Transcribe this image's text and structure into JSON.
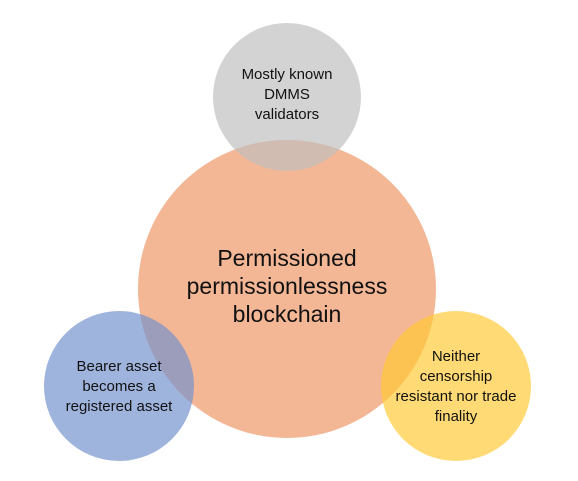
{
  "diagram": {
    "center": {
      "text": "Permissioned permissionlessness blockchain",
      "color": "#F1A378"
    },
    "satellites": {
      "top": {
        "text": "Mostly known DMMS validators",
        "color": "#BEBEBE"
      },
      "left": {
        "text": "Bearer asset becomes a registered asset",
        "color": "#7191CD"
      },
      "right": {
        "text": "Neither censorship resistant nor trade finality",
        "color": "#FFC934"
      }
    }
  }
}
